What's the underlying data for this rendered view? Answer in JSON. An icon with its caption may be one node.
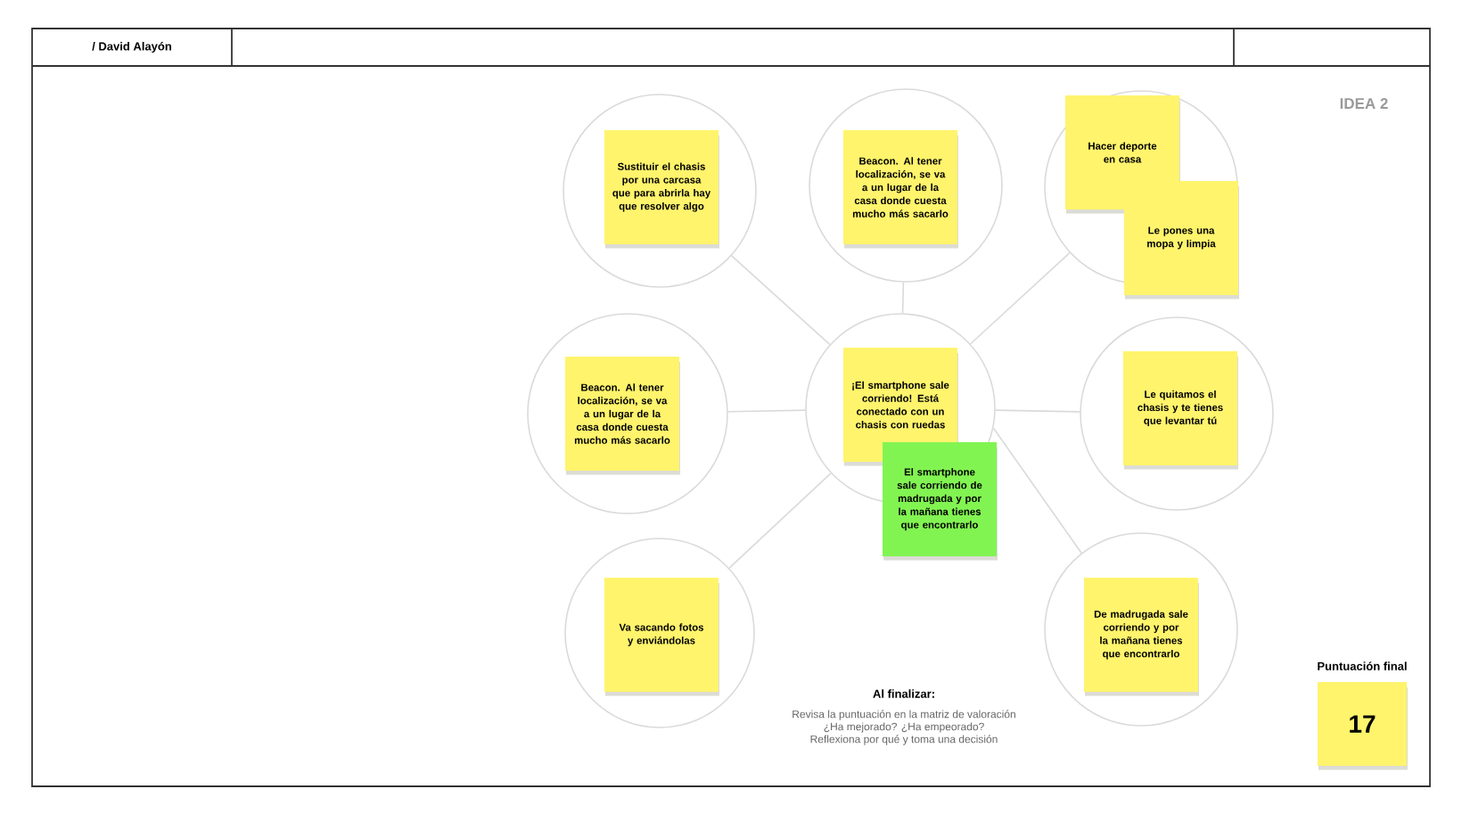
{
  "diagram": {
    "nodes": [
      {
        "text": [],
        "shape": "circle"
      },
      {
        "text": [
          "Sustituir el chasis por una carcasa que para abrirla hay que resolver algo"
        ],
        "in": 0
      },
      {
        "text": [],
        "shape": "circle"
      },
      {
        "text": [
          "Beacon. Al tener localización, se va a un lugar de la casa donde cuesta mucho más sacarlo"
        ],
        "in": 2
      },
      {
        "text": [],
        "shape": "circle"
      },
      {
        "text": [
          "Hacer deporte en casa"
        ],
        "in": 4
      },
      {
        "text": [
          "Le pones una mopa y limpia"
        ]
      },
      {
        "text": [],
        "shape": "circle"
      },
      {
        "text": [
          "Beacon. Al tener localización, se va a un lugar de la casa donde cuesta mucho más sacarlo"
        ],
        "in": 7
      },
      {
        "text": [],
        "shape": "circle"
      },
      {
        "text": [
          "¡El smartphone sale corriendo! Está conectado con un chasis con ruedas"
        ],
        "in": 9
      },
      {
        "text": [
          "El smartphone sale corriendo de madrugada y por la mañana tienes que encontrarlo"
        ]
      },
      {
        "text": [],
        "shape": "circle"
      },
      {
        "text": [
          "Le quitamos el chasis y te tienes que levantar tú"
        ],
        "in": 12
      },
      {
        "text": [],
        "shape": "circle"
      },
      {
        "text": [
          "Va sacando fotos y enviándolas"
        ],
        "in": 14
      },
      {
        "text": [],
        "shape": "circle"
      },
      {
        "text": [
          "De madrugada sale corriendo y por la mañana tienes que encontrarlo"
        ],
        "in": 16
      },
      {
        "text": [
          "Puntuación final",
          "17"
        ]
      }
    ],
    "edges": [
      {
        "from": 9,
        "to": 0,
        "arrow": "none"
      },
      {
        "from": 9,
        "to": 2,
        "arrow": "none"
      },
      {
        "from": 9,
        "to": 4,
        "arrow": "none"
      },
      {
        "from": 9,
        "to": 7,
        "arrow": "none"
      },
      {
        "from": 9,
        "to": 12,
        "arrow": "none"
      },
      {
        "from": 9,
        "to": 14,
        "arrow": "none"
      },
      {
        "from": 9,
        "to": 16,
        "arrow": "none"
      }
    ],
    "labels": [
      "/ David Alayón",
      "IDEA 2",
      "Al finalizar:",
      "Revisa la puntuación en la matriz de valoración",
      "¿Ha mejorado? ¿Ha empeorado?",
      "Reflexiona por qué y toma una decisión"
    ]
  }
}
